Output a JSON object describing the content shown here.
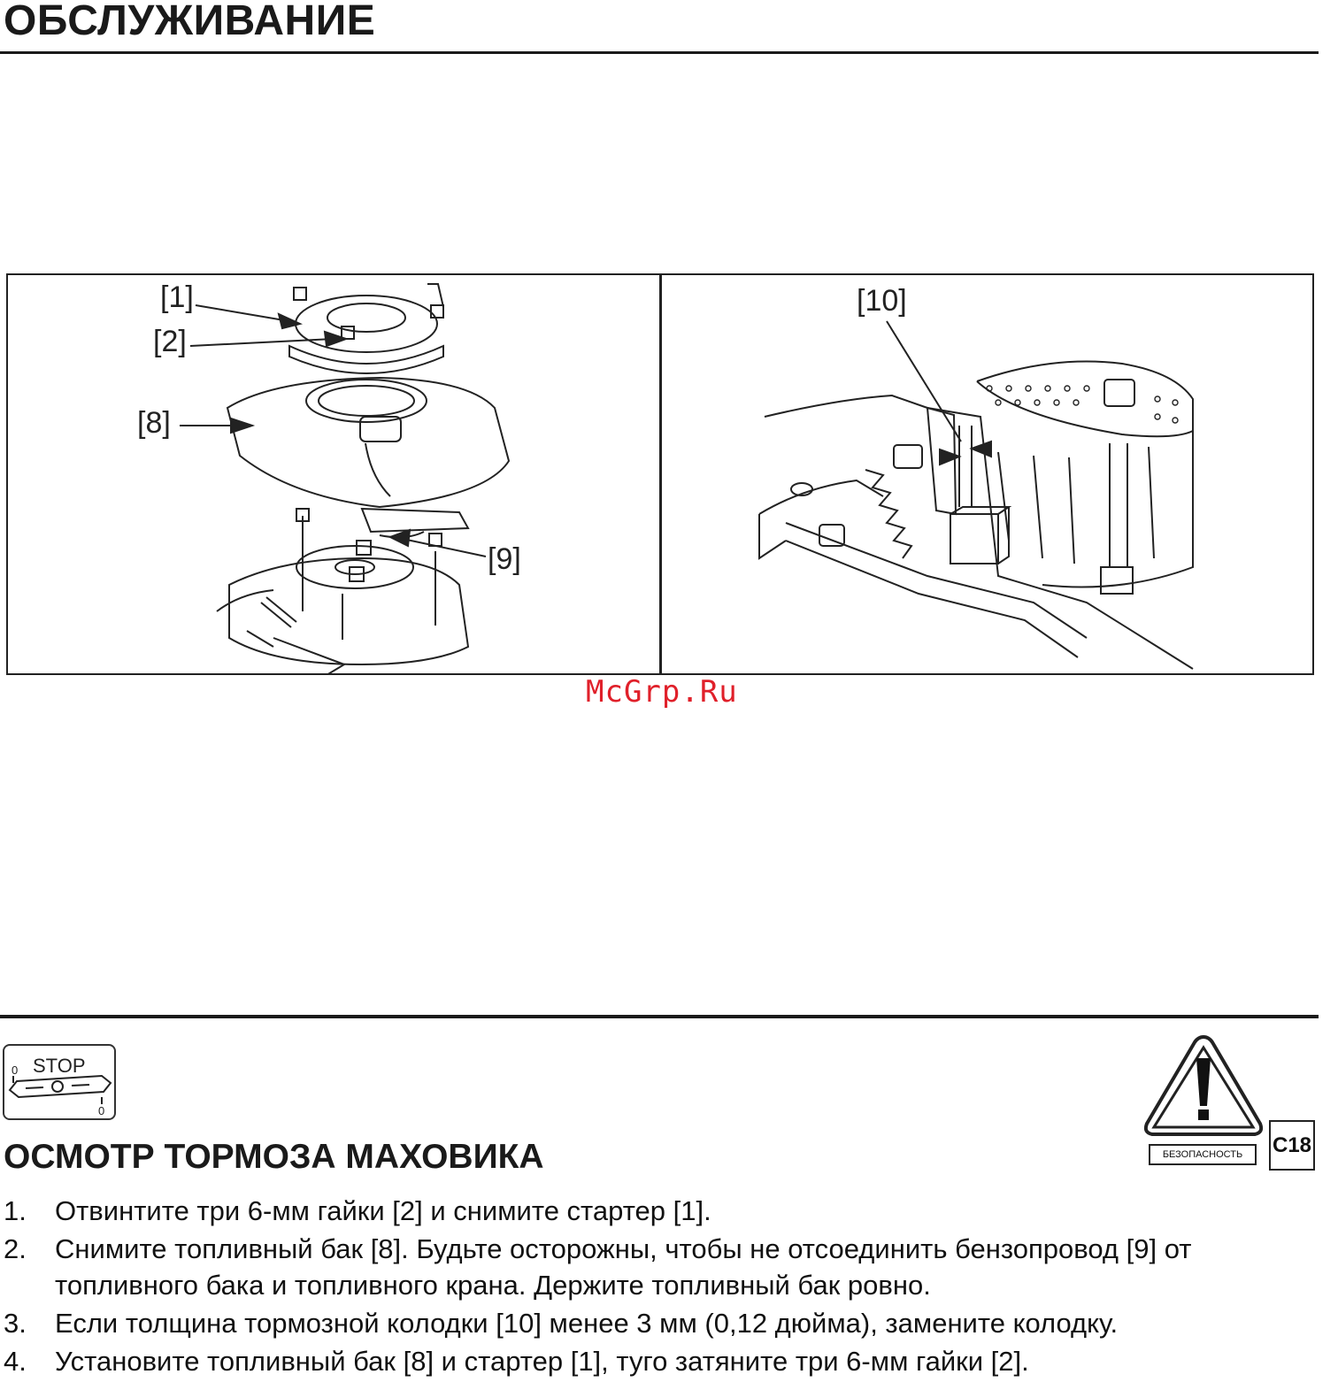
{
  "header": {
    "title": "ОБСЛУЖИВАНИЕ"
  },
  "figures": {
    "left": {
      "callouts": [
        "[1]",
        "[2]",
        "[8]",
        "[9]"
      ]
    },
    "right": {
      "callouts": [
        "[10]"
      ]
    }
  },
  "watermark": "McGrp.Ru",
  "stop_icon": {
    "label": "STOP",
    "digit_top": "0",
    "digit_bottom": "0",
    "icon": "blade-stop-icon"
  },
  "section": {
    "title": "ОСМОТР ТОРМОЗА МАХОВИКА"
  },
  "safety": {
    "icon": "warning-triangle-icon",
    "label": "БЕЗОПАСНОСТЬ",
    "code": "C18"
  },
  "steps": [
    {
      "num": "1.",
      "text": "Отвинтите три 6-мм гайки [2] и снимите стартер [1]."
    },
    {
      "num": "2.",
      "text": "Снимите топливный бак [8]. Будьте осторожны, чтобы не отсоединить бензопровод [9] от топливного бака и топливного крана. Держите топливный бак ровно."
    },
    {
      "num": "3.",
      "text": "Если толщина тормозной колодки [10] менее 3 мм (0,12 дюйма), замените колодку."
    },
    {
      "num": "4.",
      "text": "Установите топливный бак [8] и стартер [1], туго затяните три 6-мм гайки [2]."
    }
  ]
}
